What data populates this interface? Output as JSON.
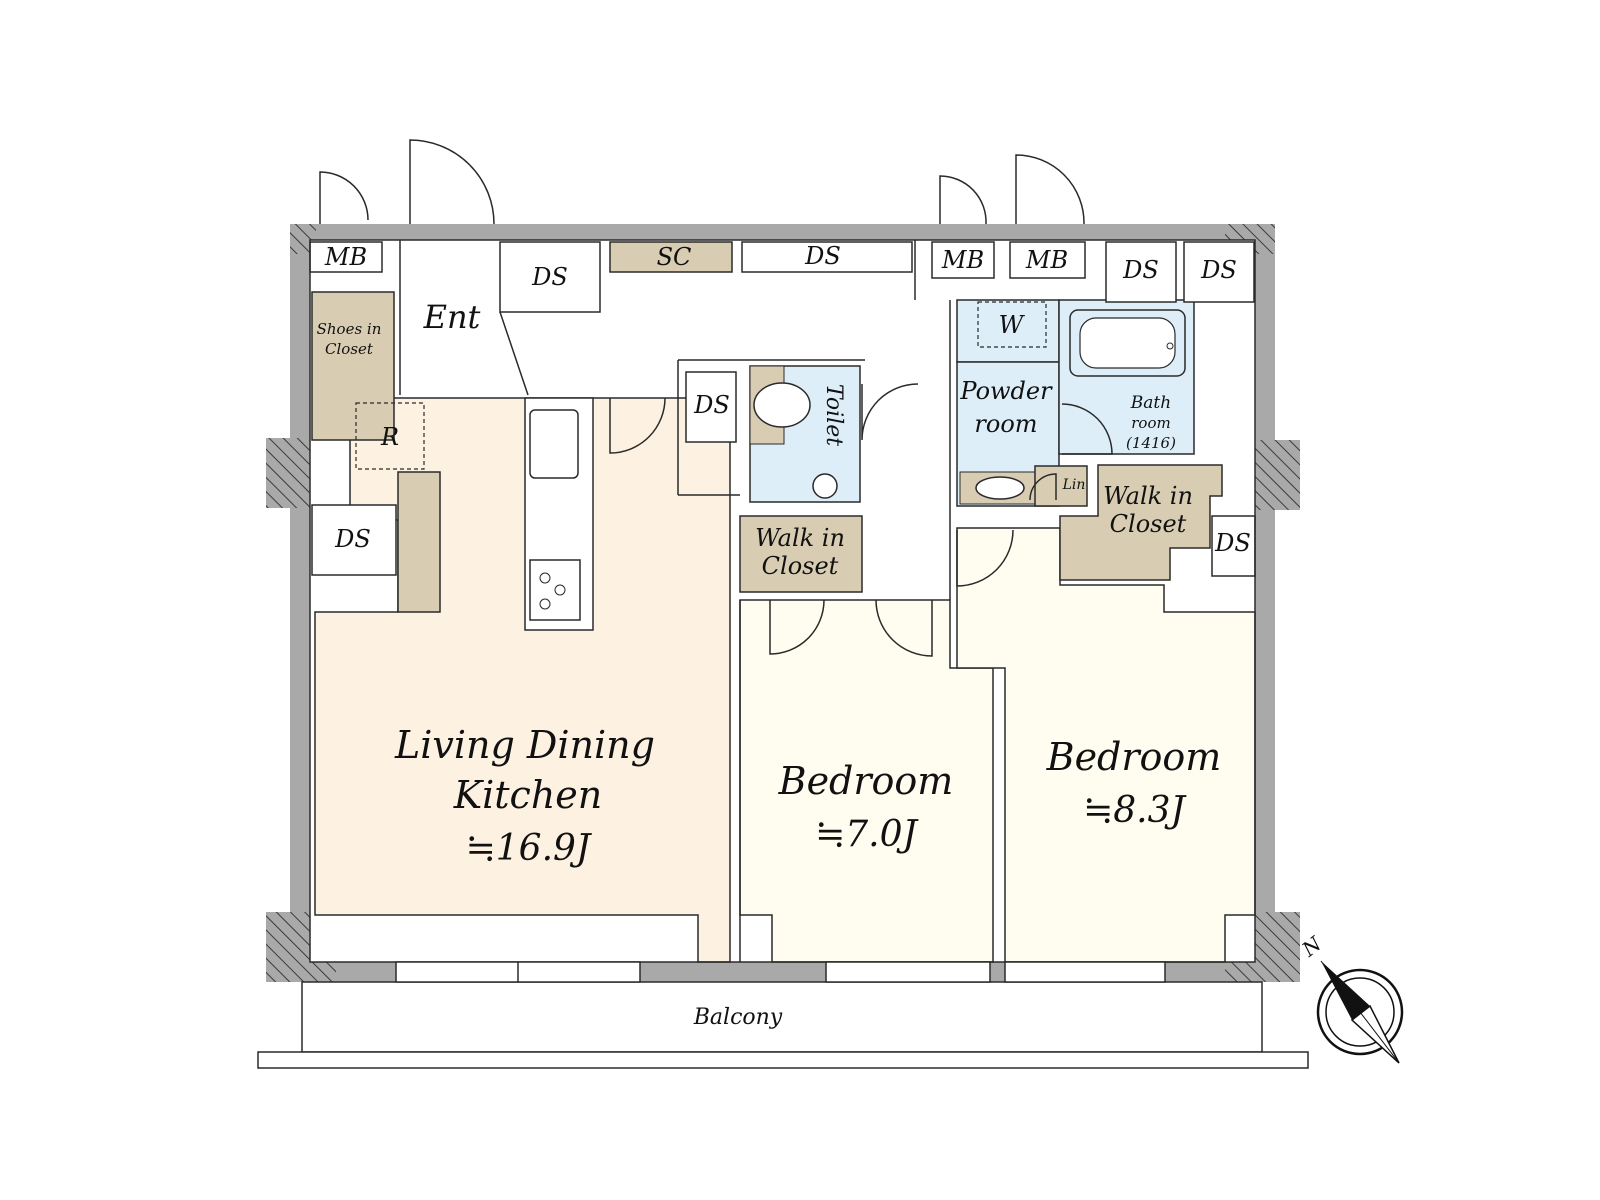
{
  "labels": {
    "mb": "MB",
    "ds": "DS",
    "sc": "SC",
    "ent": "Ent",
    "shoes_line1": "Shoes in",
    "shoes_line2": "Closet",
    "r": "R",
    "toilet": "Toilet",
    "w": "W",
    "powder_line1": "Powder",
    "powder_line2": "room",
    "bath_line1": "Bath",
    "bath_line2": "room",
    "bath_size": "(1416)",
    "lin": "Lin",
    "walk_in_line1": "Walk in",
    "walk_in_line2": "Closet",
    "balcony": "Balcony",
    "north": "N"
  },
  "rooms": {
    "ldk": {
      "name_line1": "Living Dining",
      "name_line2": "Kitchen",
      "area": "≒16.9J"
    },
    "bedroom_center": {
      "name": "Bedroom",
      "area": "≒7.0J"
    },
    "bedroom_right": {
      "name": "Bedroom",
      "area": "≒8.3J"
    }
  },
  "colors": {
    "wall": "#a9a9a9",
    "ldk_floor": "#fdf1e1",
    "bedroom_floor": "#fefdf0",
    "closet_floor": "#d8cdb3",
    "wet_area": "#ddeef9",
    "outline": "#2a2a2a"
  },
  "compass": {
    "icon": "compass-icon"
  }
}
